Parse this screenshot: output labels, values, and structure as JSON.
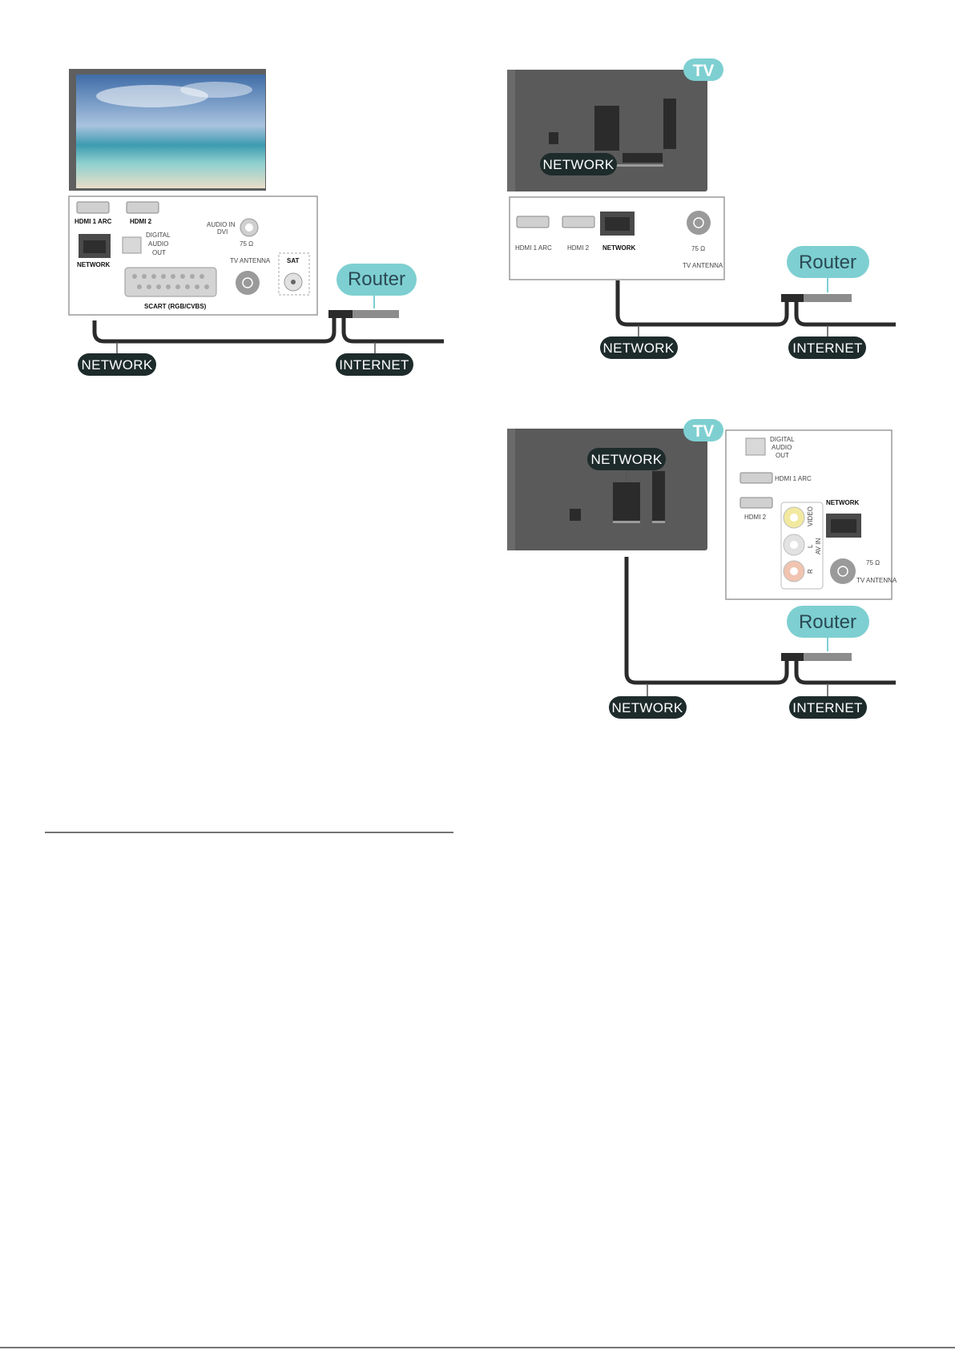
{
  "labels": {
    "network": "NETWORK",
    "internet": "INTERNET",
    "router": "Router",
    "tv": "TV"
  },
  "diagram1_ports": {
    "hdmi1": "HDMI 1 ARC",
    "hdmi2": "HDMI 2",
    "digital1": "DIGITAL",
    "digital2": "AUDIO",
    "digital3": "OUT",
    "audio_in": "AUDIO IN",
    "dvi": "DVI",
    "ohm": "75 Ω",
    "tv_antenna": "TV ANTENNA",
    "sat": "SAT",
    "network": "NETWORK",
    "scart": "SCART (RGB/CVBS)"
  },
  "diagram2_ports": {
    "hdmi1": "HDMI 1 ARC",
    "hdmi2": "HDMI 2",
    "network": "NETWORK",
    "ohm": "75 Ω",
    "tv_antenna": "TV ANTENNA"
  },
  "diagram3_ports": {
    "digital1": "DIGITAL",
    "digital2": "AUDIO",
    "digital3": "OUT",
    "hdmi1": "HDMI 1 ARC",
    "hdmi2": "HDMI 2",
    "network": "NETWORK",
    "video": "VIDEO",
    "l": "L",
    "r": "R",
    "av_in": "AV IN",
    "ohm": "75 Ω",
    "tv_antenna": "TV ANTENNA"
  },
  "colors": {
    "pill": "#1e2b2b",
    "router": "#7ecfd1",
    "tv_body": "#5a5a5a",
    "cable": "#2b2b2b"
  }
}
